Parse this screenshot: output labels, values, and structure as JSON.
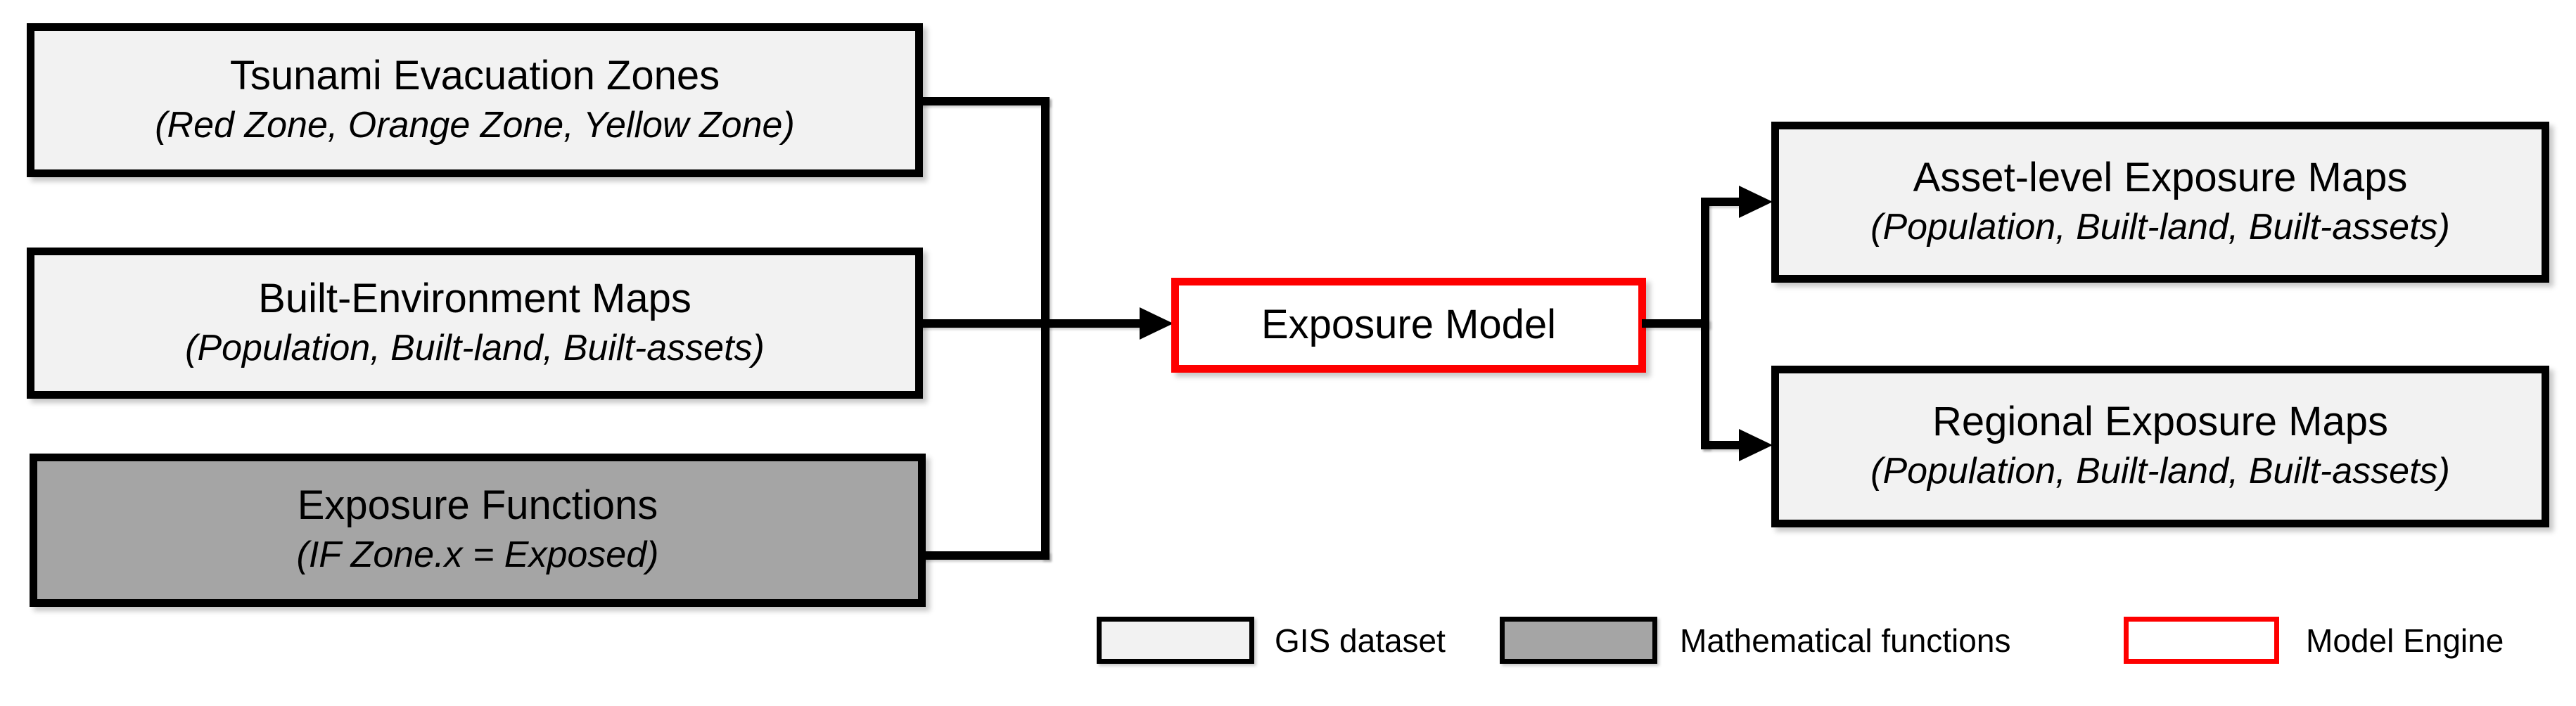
{
  "colors": {
    "gis_fill": "#f2f2f2",
    "math_fill": "#a5a5a5",
    "engine_red": "#fe0000",
    "line": "#000000"
  },
  "boxes": {
    "tsunami": {
      "title": "Tsunami Evacuation Zones",
      "subtitle": "(Red Zone, Orange Zone, Yellow Zone)"
    },
    "built_env": {
      "title": "Built-Environment Maps",
      "subtitle": "(Population, Built-land, Built-assets)"
    },
    "exposure_functions": {
      "title": "Exposure Functions",
      "subtitle": "(IF Zone.x = Exposed)"
    },
    "exposure_model": {
      "title": "Exposure Model"
    },
    "asset_maps": {
      "title": "Asset-level Exposure Maps",
      "subtitle": "(Population, Built-land, Built-assets)"
    },
    "regional_maps": {
      "title": "Regional Exposure Maps",
      "subtitle": "(Population, Built-land, Built-assets)"
    }
  },
  "legend": {
    "items": [
      {
        "label": "GIS dataset",
        "swatch": "gis"
      },
      {
        "label": "Mathematical functions",
        "swatch": "math"
      },
      {
        "label": "Model Engine",
        "swatch": "engine"
      }
    ]
  }
}
